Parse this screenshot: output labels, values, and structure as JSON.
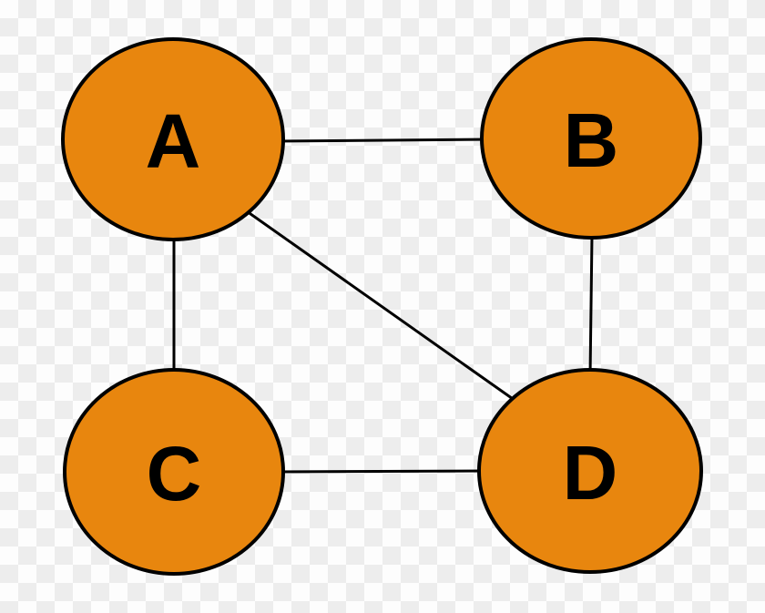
{
  "diagram": {
    "type": "undirected-graph",
    "nodes": [
      {
        "id": "A",
        "label": "A"
      },
      {
        "id": "B",
        "label": "B"
      },
      {
        "id": "C",
        "label": "C"
      },
      {
        "id": "D",
        "label": "D"
      }
    ],
    "edges": [
      {
        "from": "A",
        "to": "B"
      },
      {
        "from": "A",
        "to": "C"
      },
      {
        "from": "A",
        "to": "D"
      },
      {
        "from": "B",
        "to": "D"
      },
      {
        "from": "C",
        "to": "D"
      }
    ],
    "colors": {
      "node_fill": "#E8860E",
      "node_border": "#000000",
      "edge_line": "#000000",
      "label_text": "#000000",
      "checker_white": "#FDFDFD",
      "checker_gray": "#EDEDED"
    }
  }
}
